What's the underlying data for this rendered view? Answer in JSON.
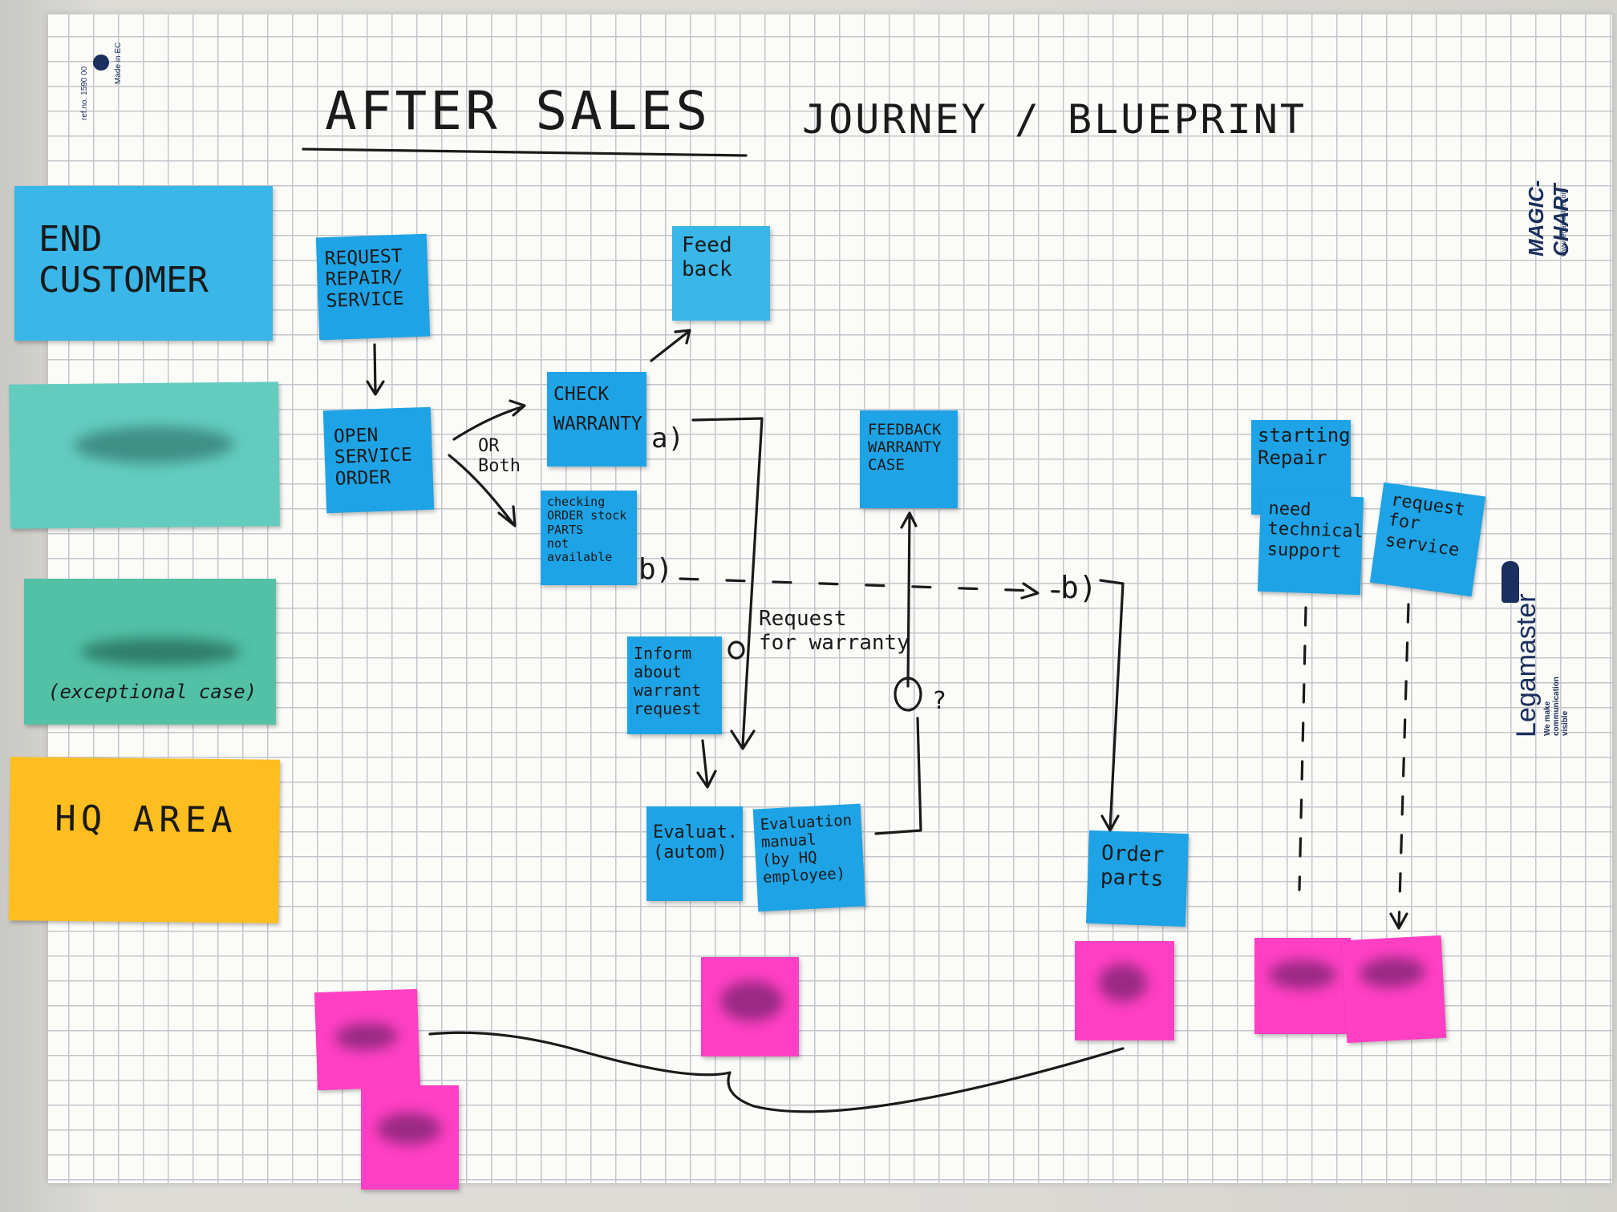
{
  "board": {
    "title_left": "AFTER SALES",
    "title_right": "JOURNEY / BLUEPRINT",
    "brand": "MAGIC-CHART",
    "brand_url": "www.legamaster.com",
    "logo": "Legamaster",
    "logo_tagline": "We make communication visible",
    "ref_no": "ref.no. 1590 00",
    "made_in": "Made in EC"
  },
  "lanes": [
    {
      "label": "END\nCUSTOMER",
      "color": "#3ab6e8"
    },
    {
      "label": "",
      "color": "#63ccbf"
    },
    {
      "label": "(exceptional case)",
      "color": "#52c1a6"
    },
    {
      "label": "HQ AREA",
      "color": "#ffbe1f"
    }
  ],
  "notes": {
    "request_repair": "REQUEST\nREPAIR/\nSERVICE",
    "feedback": "Feed\nback",
    "check_warranty": "CHECK\nWARRANTY",
    "open_service_order": "OPEN\nSERVICE\nORDER",
    "checking_stock": "checking\nORDER stock\nPARTS\nnot\navailable",
    "feedback_warranty_case": "FEEDBACK\nWARRANTY\nCASE",
    "inform_warranty": "Inform\nabout\nwarrant\nrequest",
    "eval_auto": "Evaluat.\n(autom)",
    "eval_manual": "Evaluation\nmanual\n(by HQ\nemployee)",
    "order_parts": "Order\nparts",
    "starting_repair": "starting\nRepair",
    "need_technical_support": "need\ntechnical\nsupport",
    "request_for_service": "request\nfor\nservice"
  },
  "annotations": {
    "or_both": "OR\nBoth",
    "a": "a)",
    "b_left": "b)",
    "b_right": "b)",
    "request_for_warranty": "Request\nfor warranty",
    "question": "?"
  },
  "colors": {
    "note_blue": "#1ea3e6",
    "note_pink": "#ff3fc4",
    "ink": "#1a1a1a",
    "grid": "#c3c6cc"
  }
}
